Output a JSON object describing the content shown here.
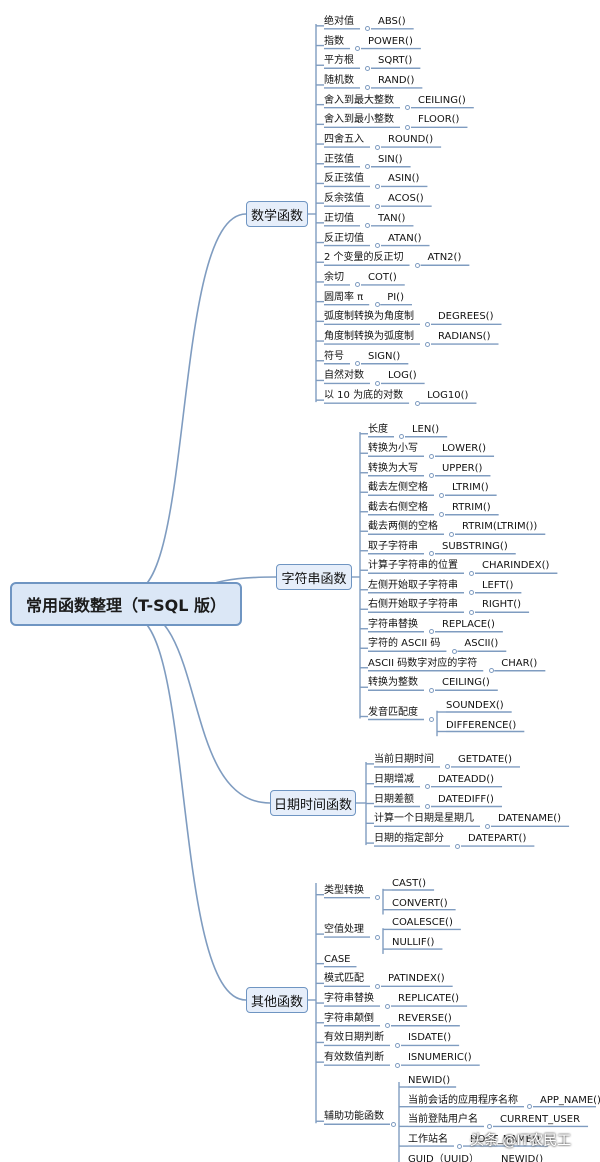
{
  "root": "常用函数整理（T-SQL 版）",
  "watermark": "头条 @IT农民工",
  "categories": [
    {
      "name": "数学函数",
      "items": [
        {
          "label": "绝对值",
          "fn": "ABS()"
        },
        {
          "label": "指数",
          "fn": "POWER()"
        },
        {
          "label": "平方根",
          "fn": "SQRT()"
        },
        {
          "label": "随机数",
          "fn": "RAND()"
        },
        {
          "label": "舍入到最大整数",
          "fn": "CEILING()"
        },
        {
          "label": "舍入到最小整数",
          "fn": "FLOOR()"
        },
        {
          "label": "四舍五入",
          "fn": "ROUND()"
        },
        {
          "label": "正弦值",
          "fn": "SIN()"
        },
        {
          "label": "反正弦值",
          "fn": "ASIN()"
        },
        {
          "label": "反余弦值",
          "fn": "ACOS()"
        },
        {
          "label": "正切值",
          "fn": "TAN()"
        },
        {
          "label": "反正切值",
          "fn": "ATAN()"
        },
        {
          "label": "2 个变量的反正切",
          "fn": "ATN2()"
        },
        {
          "label": "余切",
          "fn": "COT()"
        },
        {
          "label": "圆周率 π",
          "fn": "PI()"
        },
        {
          "label": "弧度制转换为角度制",
          "fn": "DEGREES()"
        },
        {
          "label": "角度制转换为弧度制",
          "fn": "RADIANS()"
        },
        {
          "label": "符号",
          "fn": "SIGN()"
        },
        {
          "label": "自然对数",
          "fn": "LOG()"
        },
        {
          "label": "以 10 为底的对数",
          "fn": "LOG10()"
        }
      ]
    },
    {
      "name": "字符串函数",
      "items": [
        {
          "label": "长度",
          "fn": "LEN()"
        },
        {
          "label": "转换为小写",
          "fn": "LOWER()"
        },
        {
          "label": "转换为大写",
          "fn": "UPPER()"
        },
        {
          "label": "截去左侧空格",
          "fn": "LTRIM()"
        },
        {
          "label": "截去右侧空格",
          "fn": "RTRIM()"
        },
        {
          "label": "截去两侧的空格",
          "fn": "RTRIM(LTRIM())"
        },
        {
          "label": "取子字符串",
          "fn": "SUBSTRING()"
        },
        {
          "label": "计算子字符串的位置",
          "fn": "CHARINDEX()"
        },
        {
          "label": "左侧开始取子字符串",
          "fn": "LEFT()"
        },
        {
          "label": "右侧开始取子字符串",
          "fn": "RIGHT()"
        },
        {
          "label": "字符串替换",
          "fn": "REPLACE()"
        },
        {
          "label": "字符的 ASCII 码",
          "fn": "ASCII()"
        },
        {
          "label": "ASCII 码数字对应的字符",
          "fn": "CHAR()"
        },
        {
          "label": "转换为整数",
          "fn": "CEILING()"
        },
        {
          "label": "发音匹配度",
          "fns": [
            "SOUNDEX()",
            "DIFFERENCE()"
          ]
        }
      ]
    },
    {
      "name": "日期时间函数",
      "items": [
        {
          "label": "当前日期时间",
          "fn": "GETDATE()"
        },
        {
          "label": "日期增减",
          "fn": "DATEADD()"
        },
        {
          "label": "日期差额",
          "fn": "DATEDIFF()"
        },
        {
          "label": "计算一个日期是星期几",
          "fn": "DATENAME()"
        },
        {
          "label": "日期的指定部分",
          "fn": "DATEPART()"
        }
      ]
    },
    {
      "name": "其他函数",
      "items": [
        {
          "label": "类型转换",
          "fns": [
            "CAST()",
            "CONVERT()"
          ]
        },
        {
          "label": "空值处理",
          "fns": [
            "COALESCE()",
            "NULLIF()"
          ]
        },
        {
          "label": "CASE"
        },
        {
          "label": "模式匹配",
          "fn": "PATINDEX()"
        },
        {
          "label": "字符串替换",
          "fn": "REPLICATE()"
        },
        {
          "label": "字符串颠倒",
          "fn": "REVERSE()"
        },
        {
          "label": "有效日期判断",
          "fn": "ISDATE()"
        },
        {
          "label": "有效数值判断",
          "fn": "ISNUMERIC()"
        },
        {
          "label": "辅助功能函数",
          "subs": [
            {
              "label": "NEWID()"
            },
            {
              "label": "当前会话的应用程序名称",
              "fn": "APP_NAME()"
            },
            {
              "label": "当前登陆用户名",
              "fn": "CURRENT_USER"
            },
            {
              "label": "工作站名",
              "fn": "HOST_NAME()"
            },
            {
              "label": "GUID（UUID）",
              "fn": "NEWID()"
            }
          ]
        }
      ]
    }
  ]
}
